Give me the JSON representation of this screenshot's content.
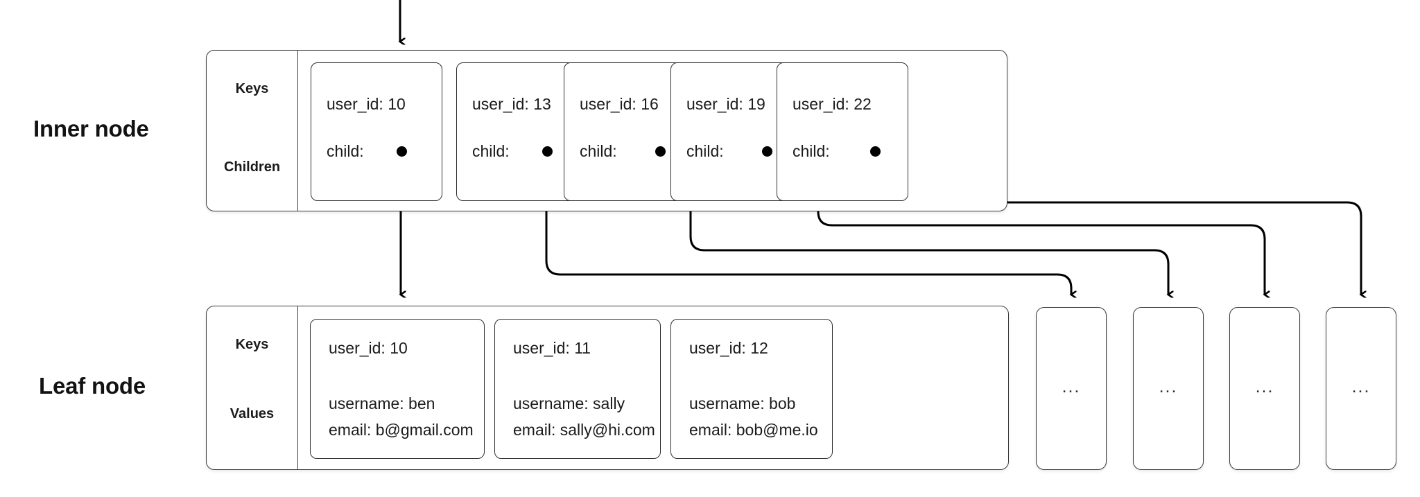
{
  "diagram": {
    "title": "B-tree inner node and leaf node structure",
    "stroke_color": "#2e2e2e",
    "node_fill": "#ffffff",
    "background": "#ffffff"
  },
  "rows": {
    "inner": {
      "label": "Inner node",
      "gutter": {
        "top_caption": "Keys",
        "bottom_caption": "Children"
      },
      "cells": [
        {
          "key": "user_id: 10",
          "child_label": "child:"
        },
        {
          "key": "user_id: 13",
          "child_label": "child:"
        },
        {
          "key": "user_id: 16",
          "child_label": "child:"
        },
        {
          "key": "user_id: 19",
          "child_label": "child:"
        },
        {
          "key": "user_id: 22",
          "child_label": "child:"
        }
      ]
    },
    "leaf": {
      "label": "Leaf node",
      "gutter": {
        "top_caption": "Keys",
        "bottom_caption": "Values"
      },
      "cells": [
        {
          "key": "user_id: 10",
          "username": "username: ben",
          "email": "email: b@gmail.com"
        },
        {
          "key": "user_id: 11",
          "username": "username: sally",
          "email": "email: sally@hi.com"
        },
        {
          "key": "user_id: 12",
          "username": "username: bob",
          "email": "email: bob@me.io"
        }
      ],
      "stubs": [
        {
          "text": "..."
        },
        {
          "text": "..."
        },
        {
          "text": "..."
        },
        {
          "text": "..."
        }
      ]
    }
  },
  "icons": {
    "child_pointer": "filled-dot",
    "edge_head": "arrow-down"
  }
}
